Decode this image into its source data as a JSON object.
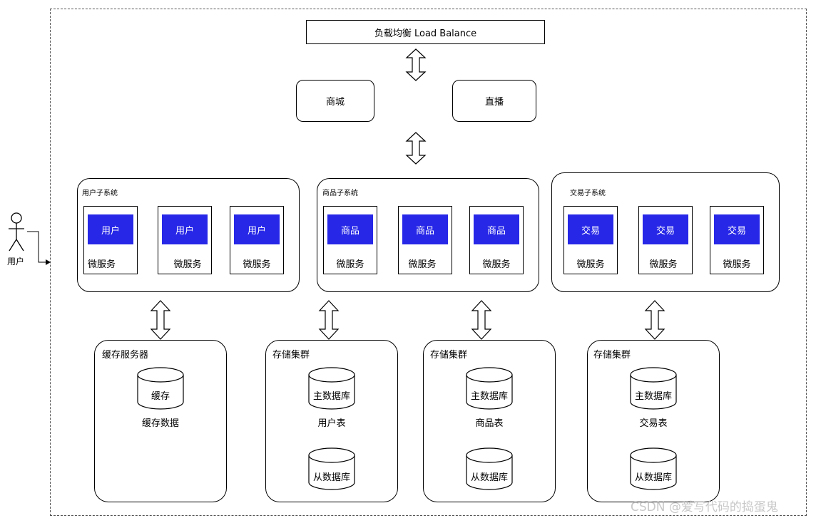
{
  "load_balance": "负载均衡 Load Balance",
  "entries": [
    "商城",
    "直播"
  ],
  "actor": "用户",
  "subsystems": [
    {
      "title": "用户子系统",
      "services": [
        {
          "tag": "用户",
          "label": "微服务"
        },
        {
          "tag": "用户",
          "label": "微服务"
        },
        {
          "tag": "用户",
          "label": "微服务"
        }
      ]
    },
    {
      "title": "商品子系统",
      "services": [
        {
          "tag": "商品",
          "label": "微服务"
        },
        {
          "tag": "商品",
          "label": "微服务"
        },
        {
          "tag": "商品",
          "label": "微服务"
        }
      ]
    },
    {
      "title": "交易子系统",
      "services": [
        {
          "tag": "交易",
          "label": "微服务"
        },
        {
          "tag": "交易",
          "label": "微服务"
        },
        {
          "tag": "交易",
          "label": "微服务"
        }
      ]
    }
  ],
  "storage": [
    {
      "title": "缓存服务器",
      "cylinder": "缓存",
      "label": "缓存数据"
    },
    {
      "title": "存储集群",
      "master": "主数据库",
      "table": "用户表",
      "slave": "从数据库"
    },
    {
      "title": "存储集群",
      "master": "主数据库",
      "table": "商品表",
      "slave": "从数据库"
    },
    {
      "title": "存储集群",
      "master": "主数据库",
      "table": "交易表",
      "slave": "从数据库"
    }
  ],
  "watermark": "CSDN @爱写代码的捣蛋鬼",
  "colors": {
    "service_tag": "#2727e8"
  }
}
